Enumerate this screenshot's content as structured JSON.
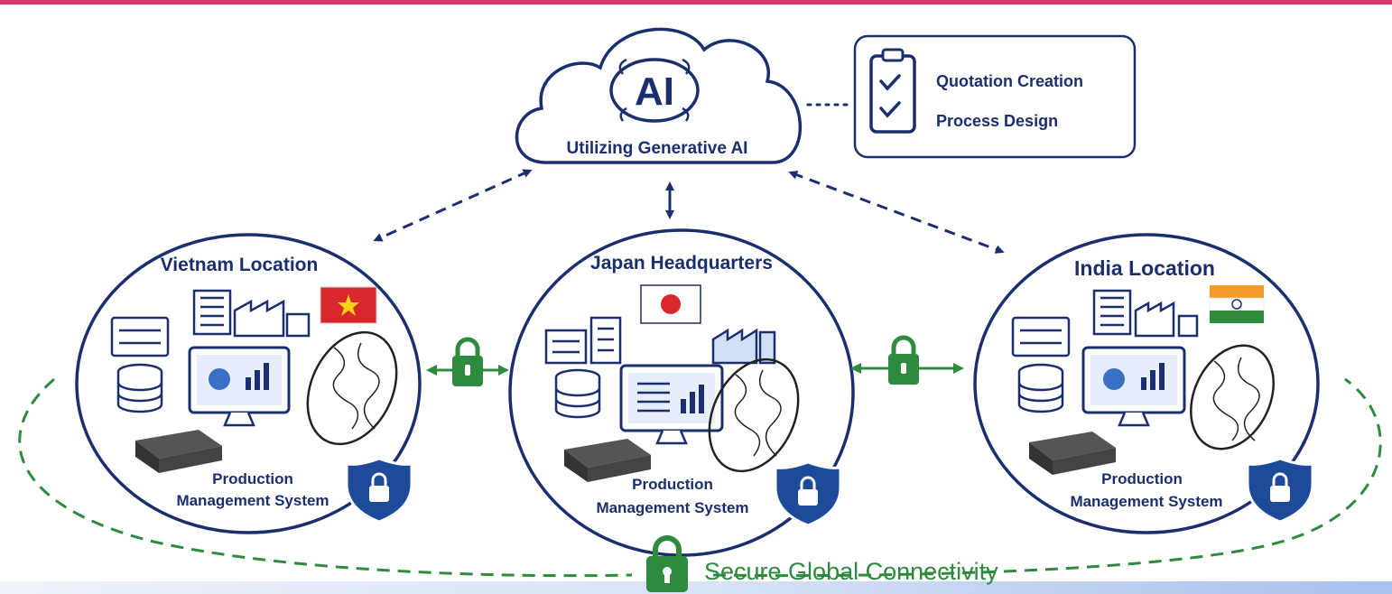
{
  "ai": {
    "badge": "AI",
    "caption": "Utilizing Generative AI"
  },
  "tasks": {
    "items": [
      "Quotation Creation",
      "Process Design"
    ]
  },
  "locations": [
    {
      "title": "Vietnam Location",
      "system_line1": "Production",
      "system_line2": "Management System"
    },
    {
      "title": "Japan Headquarters",
      "system_line1": "Production",
      "system_line2": "Management System"
    },
    {
      "title": "India Location",
      "system_line1": "Production",
      "system_line2": "Management System"
    }
  ],
  "footer": {
    "label": "Secure Global Connectivity"
  },
  "colors": {
    "navy": "#1b2f6e",
    "green": "#2e8a3e",
    "top_band": "#d63a6a",
    "bottom_band": "#b9cdf0"
  }
}
